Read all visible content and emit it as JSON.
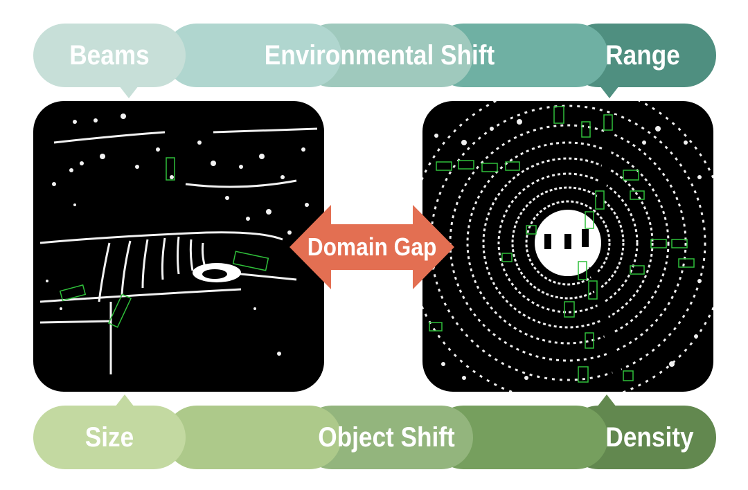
{
  "top_band": {
    "left_label": "Beams",
    "center_label": "Environmental Shift",
    "right_label": "Range",
    "colors": [
      "#c7dfd8",
      "#b0d6cf",
      "#9fc9bd",
      "#6fb0a3",
      "#4f8f80"
    ]
  },
  "bottom_band": {
    "left_label": "Size",
    "center_label": "Object Shift",
    "right_label": "Density",
    "colors": [
      "#c3d9a1",
      "#adc98a",
      "#93b57d",
      "#769f5e",
      "#62884f"
    ]
  },
  "center_arrow": {
    "label": "Domain Gap",
    "color": "#e36f52"
  },
  "panels": {
    "left": {
      "name": "lidar-scan-sparse",
      "background": "#000000",
      "box_color": "#2fbf3a"
    },
    "right": {
      "name": "lidar-scan-dense",
      "background": "#000000",
      "box_color": "#2fbf3a"
    }
  }
}
